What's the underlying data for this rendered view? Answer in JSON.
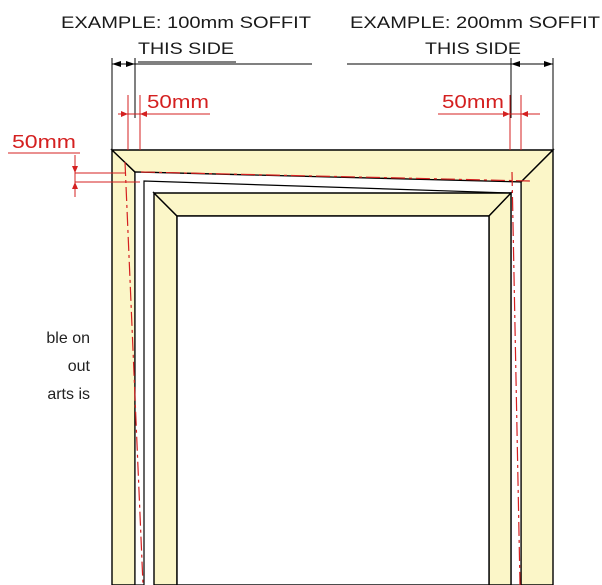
{
  "labels": {
    "left_example": "EXAMPLE: 100mm SOFFIT",
    "left_side": "THIS SIDE",
    "right_example": "EXAMPLE: 200mm SOFFIT",
    "right_side": "THIS SIDE",
    "dim_left_top": "50mm",
    "dim_right_top": "50mm",
    "dim_vertical": "50mm"
  },
  "note_lines": [
    "ble on",
    "out",
    "arts is"
  ],
  "colors": {
    "frame_fill": "#fbf6c8",
    "outline": "#000000",
    "dimension": "#d42020"
  }
}
